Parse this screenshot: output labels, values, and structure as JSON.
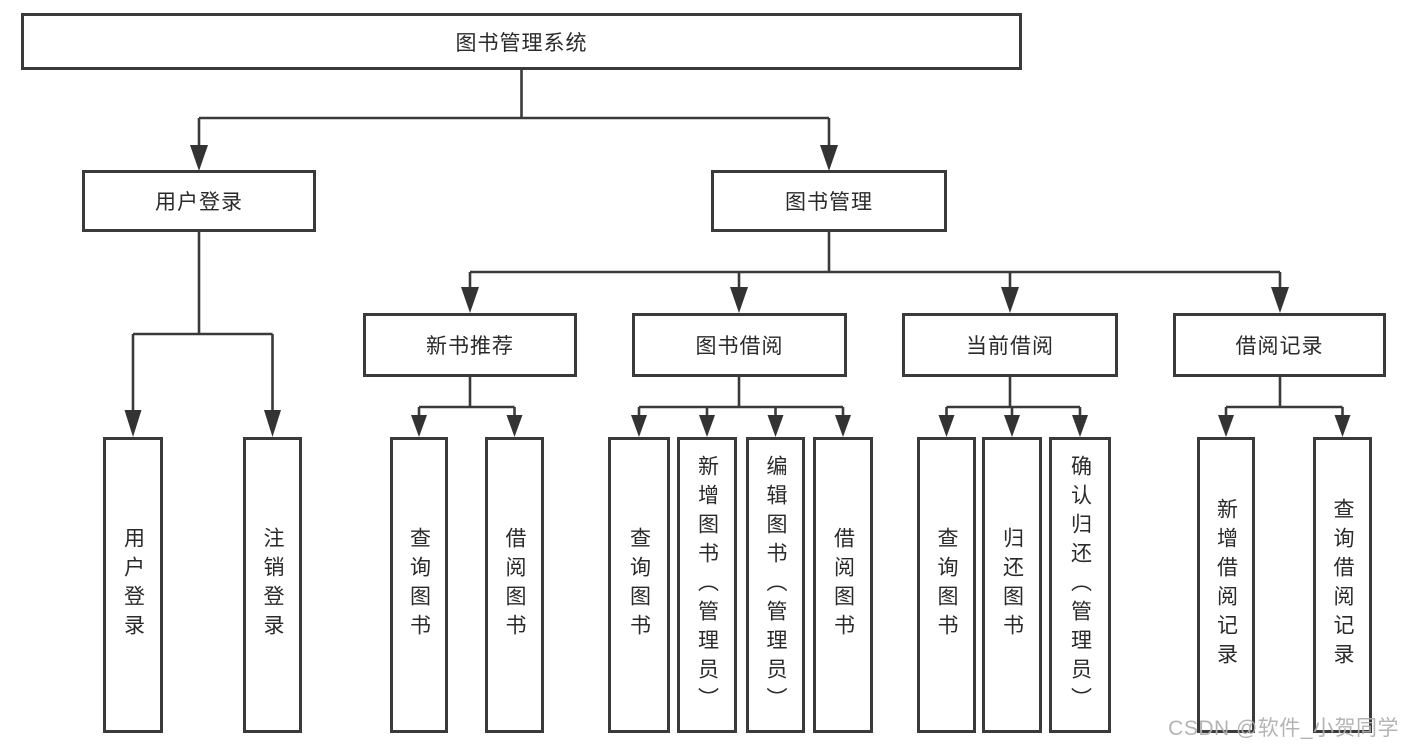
{
  "diagram_title": "图书管理系统",
  "tree": {
    "label": "图书管理系统",
    "children": [
      {
        "label": "用户登录",
        "children": [
          {
            "label": "用户登录"
          },
          {
            "label": "注销登录"
          }
        ]
      },
      {
        "label": "图书管理",
        "children": [
          {
            "label": "新书推荐",
            "children": [
              {
                "label": "查询图书"
              },
              {
                "label": "借阅图书"
              }
            ]
          },
          {
            "label": "图书借阅",
            "children": [
              {
                "label": "查询图书"
              },
              {
                "label": "新增图书（管理员）"
              },
              {
                "label": "编辑图书（管理员）"
              },
              {
                "label": "借阅图书"
              }
            ]
          },
          {
            "label": "当前借阅",
            "children": [
              {
                "label": "查询图书"
              },
              {
                "label": "归还图书"
              },
              {
                "label": "确认归还（管理员）"
              }
            ]
          },
          {
            "label": "借阅记录",
            "children": [
              {
                "label": "新增借阅记录"
              },
              {
                "label": "查询借阅记录"
              }
            ]
          }
        ]
      }
    ]
  },
  "watermark": {
    "text": "CSDN @软件_小贺同学",
    "color": "#b0b0b0"
  },
  "colors": {
    "line": "#3a3a3a",
    "box_border": "#3a3a3a",
    "text": "#2a2a2a",
    "background": "#ffffff"
  }
}
